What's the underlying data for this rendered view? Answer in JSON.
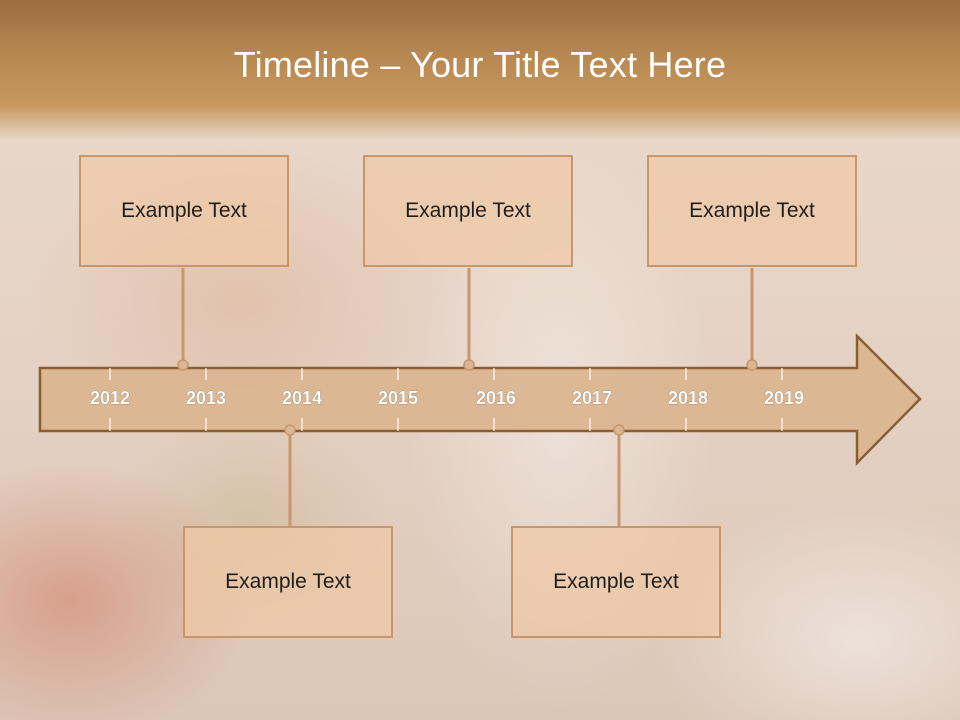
{
  "slide": {
    "title": "Timeline – Your Title Text Here"
  },
  "timeline": {
    "years": [
      "2012",
      "2013",
      "2014",
      "2015",
      "2016",
      "2017",
      "2018",
      "2019"
    ],
    "callouts_top": [
      {
        "text": "Example Text"
      },
      {
        "text": "Example Text"
      },
      {
        "text": "Example Text"
      }
    ],
    "callouts_bottom": [
      {
        "text": "Example Text"
      },
      {
        "text": "Example Text"
      }
    ]
  },
  "colors": {
    "arrow_fill": "#dbb591",
    "arrow_stroke": "#8a5e32",
    "connector": "#c9956a",
    "callout_border": "#c9956a"
  }
}
